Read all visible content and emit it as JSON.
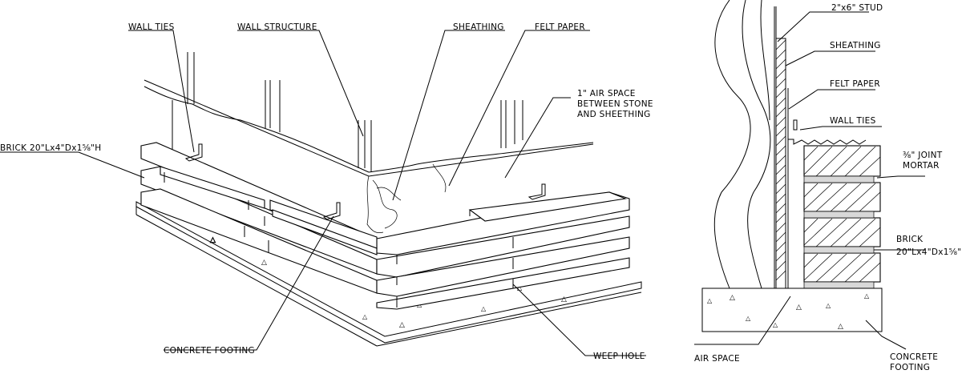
{
  "labels": {
    "wall_ties": "WALL TIES",
    "wall_structure": "WALL STRUCTURE",
    "sheathing": "SHEATHING",
    "felt_paper": "FELT PAPER",
    "air_space_1": "1\" AIR SPACE",
    "air_space_2": "BETWEEN STONE",
    "air_space_3": "AND SHEETHING",
    "brick_left": "BRICK 20\"Lx4\"Dx1⅝\"H",
    "concrete_footing": "CONCRETE FOOTING",
    "weep_hole": "WEEP HOLE",
    "stud": "2\"x6\" STUD",
    "sheathing_right": "SHEATHING",
    "felt_paper_right": "FELT PAPER",
    "wall_ties_right": "WALL TIES",
    "joint_1": "⅜\" JOINT",
    "joint_2": "MORTAR",
    "brick_right_1": "BRICK",
    "brick_right_2": "20\"Lx4\"Dx1⅝\"H",
    "air_space_right": "AIR SPACE",
    "footing_right_1": "CONCRETE",
    "footing_right_2": "FOOTING"
  }
}
